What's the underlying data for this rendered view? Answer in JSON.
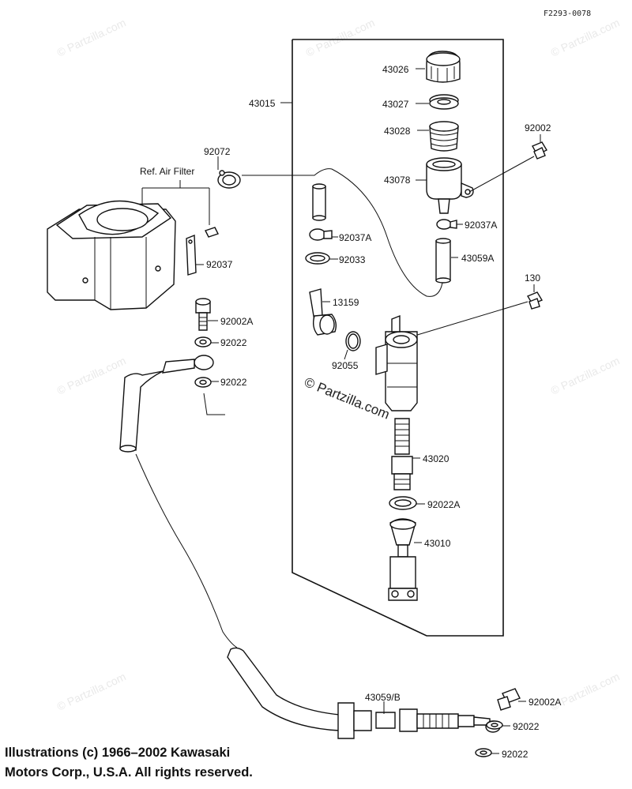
{
  "diagram_code": "F2293-0078",
  "watermark_text": "© Partzilla.com",
  "ref_label": "Ref. Air Filter",
  "copyright": {
    "line1": "Illustrations (c) 1966–2002 Kawasaki",
    "line2": "Motors Corp., U.S.A.  All rights reserved."
  },
  "parts": {
    "p43015": "43015",
    "p43026": "43026",
    "p43027": "43027",
    "p43028": "43028",
    "p43078": "43078",
    "p92002": "92002",
    "p92037A_top": "92037A",
    "p92072": "92072",
    "p92037A_left": "92037A",
    "p92033": "92033",
    "p43059A": "43059A",
    "p92037": "92037",
    "p130": "130",
    "p13159": "13159",
    "p92002A_mid": "92002A",
    "p92022_a": "92022",
    "p92022_b": "92022",
    "p92055": "92055",
    "p43020": "43020",
    "p92022A": "92022A",
    "p43010": "43010",
    "p43059B": "43059/B",
    "p92002A_bot": "92002A",
    "p92022_c": "92022",
    "p92022_d": "92022"
  }
}
